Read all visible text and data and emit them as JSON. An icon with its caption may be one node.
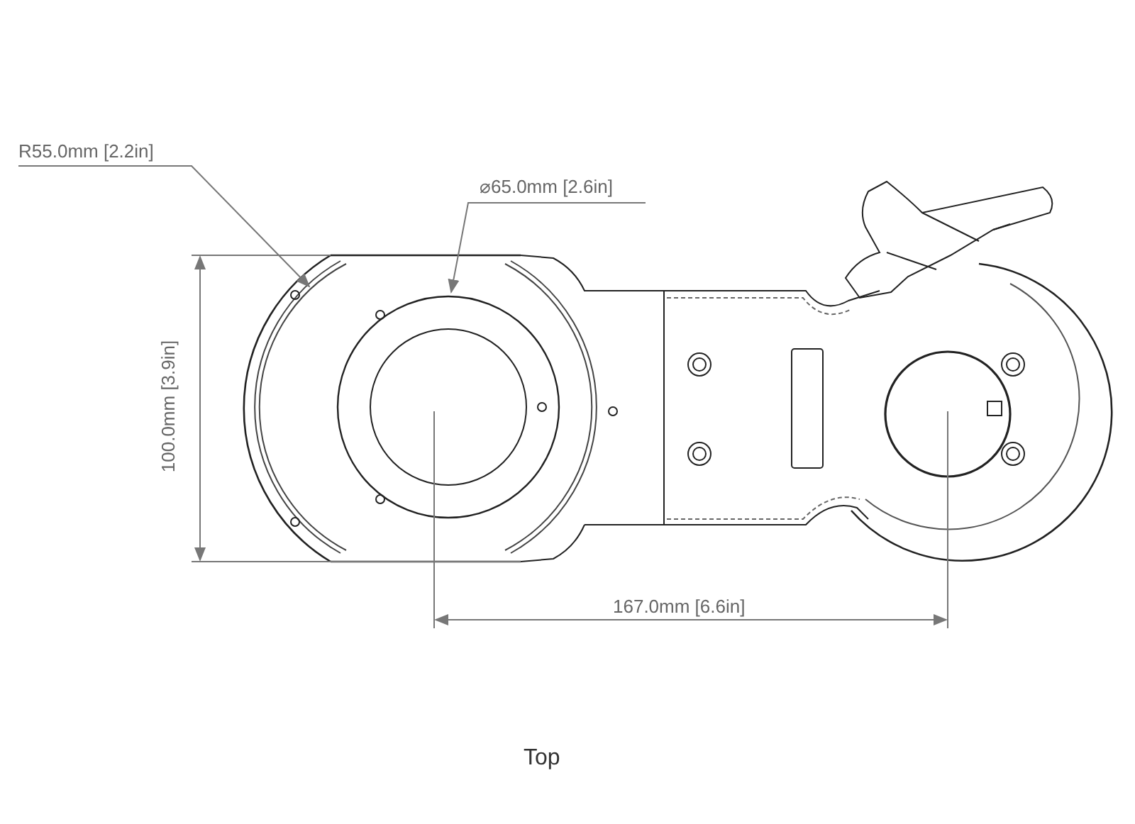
{
  "diagram": {
    "caption": "Top",
    "nodes": [
      {
        "text": [
          "R55.0mm [2.2in]"
        ]
      },
      {
        "text": [],
        "shape": "circle"
      },
      {
        "text": [
          "⌀65.0mm [2.6in]"
        ]
      },
      {
        "text": [],
        "shape": "circle"
      }
    ],
    "edges": [
      {
        "from": 0,
        "to": 1,
        "arrow": "to"
      },
      {
        "from": 2,
        "to": 3,
        "arrow": "to"
      }
    ],
    "labels": [
      "100.0mm [3.9in]",
      "167.0mm [6.6in]"
    ]
  }
}
